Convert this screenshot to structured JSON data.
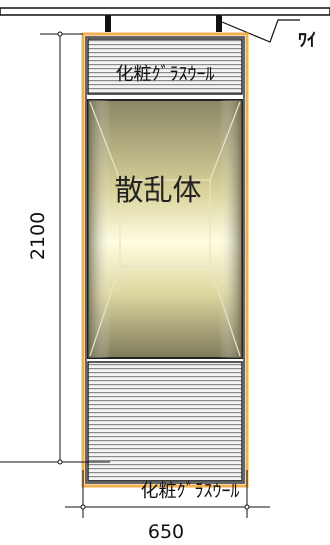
{
  "wire_label": "ﾜｲ",
  "top_panel_label": "化粧ｸﾞﾗｽｳｰﾙ",
  "scatter_label": "散乱体",
  "bottom_panel_label": "化粧ｸﾞﾗｽｳｰﾙ",
  "height_dim": "2100",
  "width_dim": "650",
  "colors": {
    "frame": "#f2b04d",
    "line": "#111111"
  }
}
